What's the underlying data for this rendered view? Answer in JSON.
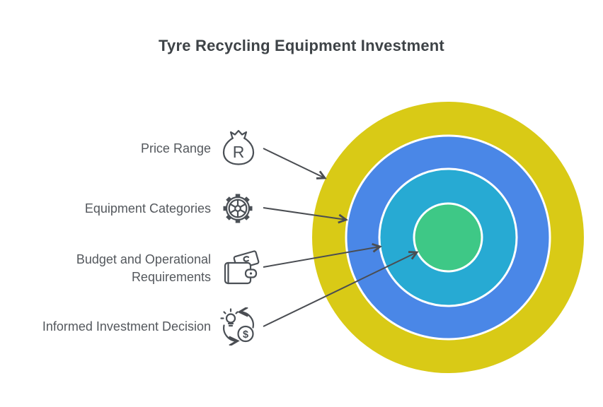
{
  "title": "Tyre Recycling Equipment Investment",
  "colors": {
    "ring_outer": "#d9ca16",
    "ring_second": "#4a87e7",
    "ring_third": "#27aad3",
    "ring_center": "#3ec886",
    "ring_divider": "#ffffff",
    "arrow": "#4a4d52",
    "title_text": "#3e4347",
    "label_text": "#54585d",
    "icon_stroke": "#4b5056"
  },
  "labels": [
    {
      "text": "Price Range",
      "icon": "money-bag-rand-icon",
      "symbol": "R",
      "target_ring": "outer"
    },
    {
      "text": "Equipment Categories",
      "icon": "gear-icon",
      "target_ring": "second"
    },
    {
      "text": "Budget and Operational Requirements",
      "icon": "wallet-money-icon",
      "target_ring": "third"
    },
    {
      "text": "Informed Investment Decision",
      "icon": "idea-to-money-icon",
      "symbol": "$",
      "target_ring": "center"
    }
  ],
  "diagram": {
    "type": "concentric-rings",
    "rings": [
      {
        "name": "outer",
        "label_pointing_to_it": "Price Range",
        "color": "#d9ca16"
      },
      {
        "name": "second",
        "label_pointing_to_it": "Equipment Categories",
        "color": "#4a87e7"
      },
      {
        "name": "third",
        "label_pointing_to_it": "Budget and Operational Requirements",
        "color": "#27aad3"
      },
      {
        "name": "center",
        "label_pointing_to_it": "Informed Investment Decision",
        "color": "#3ec886"
      }
    ]
  }
}
